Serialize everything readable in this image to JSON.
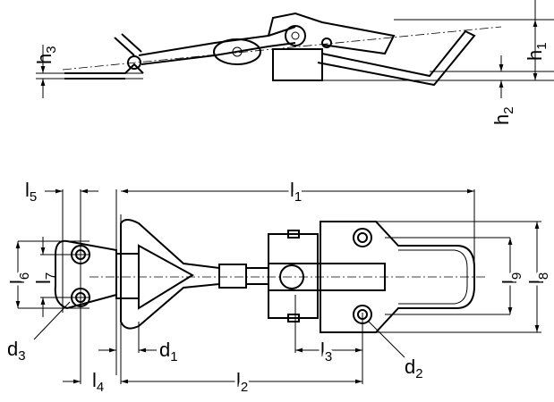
{
  "title": "Latch clamp dimension drawing",
  "labels": {
    "h3": {
      "base": "h",
      "sub": "3"
    },
    "h1": {
      "base": "h",
      "sub": "1"
    },
    "h2": {
      "base": "h",
      "sub": "2"
    },
    "l5": {
      "base": "l",
      "sub": "5"
    },
    "l1": {
      "base": "l",
      "sub": "1"
    },
    "l6": {
      "base": "l",
      "sub": "6"
    },
    "l7": {
      "base": "l",
      "sub": "7"
    },
    "l8": {
      "base": "l",
      "sub": "8"
    },
    "l9": {
      "base": "l",
      "sub": "9"
    },
    "d3": {
      "base": "d",
      "sub": "3"
    },
    "d1": {
      "base": "d",
      "sub": "1"
    },
    "l3": {
      "base": "l",
      "sub": "3"
    },
    "d2": {
      "base": "d",
      "sub": "2"
    },
    "l4": {
      "base": "l",
      "sub": "4"
    },
    "l2": {
      "base": "l",
      "sub": "2"
    }
  }
}
